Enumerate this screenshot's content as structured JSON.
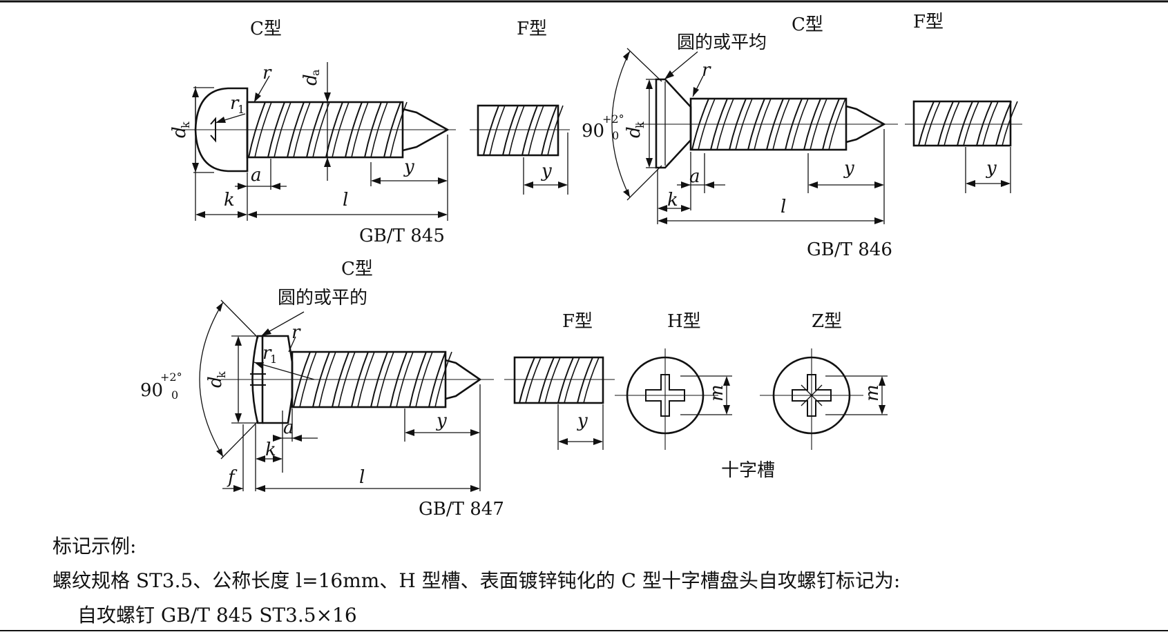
{
  "groups": {
    "gb845": {
      "standard": "GB/T  845",
      "type_c": "C型",
      "type_f": "F型"
    },
    "gb846": {
      "standard": "GB/T  846",
      "type_c": "C型",
      "type_f": "F型",
      "note": "圆的或平均",
      "angle": "90",
      "tol_plus": "+2°",
      "tol_zero": "0"
    },
    "gb847": {
      "standard": "GB/T  847",
      "type_c": "C型",
      "type_f": "F型",
      "note": "圆的或平的",
      "angle": "90",
      "tol_plus": "+2°",
      "tol_zero": "0"
    }
  },
  "recess": {
    "type_h": "H型",
    "type_z": "Z型",
    "caption": "十字槽"
  },
  "dims": {
    "dk": "d",
    "k_sub": "k",
    "da": "d",
    "a_sub": "a",
    "r": "r",
    "r1": "r",
    "one": "1",
    "a": "a",
    "k": "k",
    "l": "l",
    "y": "y",
    "f": "f",
    "m": "m"
  },
  "marking": {
    "heading": "标记示例:",
    "example_text": "螺纹规格 ST3.5、公称长度 l=16mm、H 型槽、表面镀锌钝化的 C 型十字槽盘头自攻螺钉标记为:",
    "designation": "自攻螺钉 GB/T 845  ST3.5×16"
  }
}
